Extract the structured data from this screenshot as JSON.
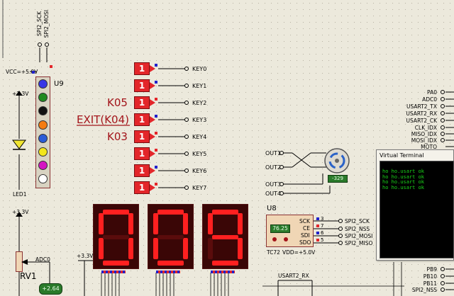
{
  "led_bar": {
    "pin_labels": [
      "SPI2_SCK",
      "SPI2_MOSI"
    ],
    "supply_label": "VCC=+5.0V",
    "ref": "U9",
    "led_colors": [
      "#3636e6",
      "#1f8a1f",
      "#111111",
      "#f57c10",
      "#2a5bd7",
      "#f3e61a",
      "#d414c2",
      "#ffffff"
    ]
  },
  "led1": {
    "supply": "+3.3V",
    "ref": "LED1"
  },
  "keys": {
    "button_glyph": "1",
    "labels": [
      "KEY0",
      "KEY1",
      "KEY2",
      "KEY3",
      "KEY4",
      "KEY5",
      "KEY6",
      "KEY7"
    ],
    "annotations": {
      "k05": "K05",
      "exit": "EXIT(K04)",
      "k03": "K03"
    }
  },
  "rv1": {
    "supply": "+3.3V",
    "ref": "RV1",
    "net": "ADC0",
    "meter": "+2.64"
  },
  "segment_display": {
    "supply": "+3.3V",
    "digits": [
      "0",
      "0",
      "9"
    ]
  },
  "motor": {
    "outputs": [
      "OUT1",
      "OUT2",
      "OUT3",
      "OUT4"
    ],
    "readout": "-329"
  },
  "tc72": {
    "ref": "U8",
    "display": "76.25",
    "pins": [
      "SCK",
      "CE",
      "SDI",
      "SDO"
    ],
    "pin_numbers": [
      "3",
      "7",
      "6",
      "5"
    ],
    "nets": [
      "SPI2_SCK",
      "SPI2_NSS",
      "SPI2_MOSI",
      "SPI2_MISO"
    ],
    "part": "TC72",
    "vdd": "VDD=+5.0V"
  },
  "usart_net": "USART2_RX",
  "right_nets": {
    "top": [
      "PA0",
      "ADC0",
      "USART2_TX",
      "USART2_RX",
      "USART2_CK",
      "CLK_IDX",
      "MISO_IDX",
      "MOSI_IDX",
      "MOTO"
    ],
    "bottom": [
      "PB9",
      "PB10",
      "PB11",
      "SPI2_NSS"
    ]
  },
  "virtual_terminal": {
    "title": "Virtual Terminal",
    "lines": [
      "ho ho.usart ok",
      "ho ho.usart ok",
      "ho ho.usart ok",
      "ho ho.usart ok"
    ]
  },
  "colors": {
    "accent_red": "#e3262a",
    "net_blue": "#2222cc",
    "terminal_green": "#19d419"
  }
}
